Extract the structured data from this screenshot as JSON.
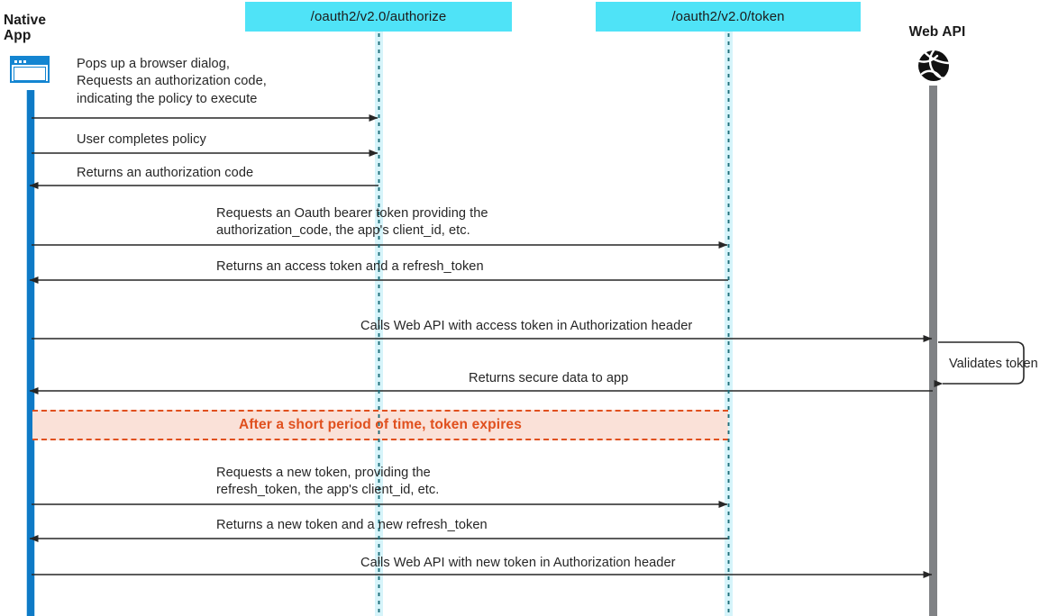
{
  "diagram": {
    "title": "OAuth2 authorization code flow for native app",
    "colors": {
      "endpoint_box": "#4FE3F7",
      "native_lifeline": "#0E7AC6",
      "endpoint_lifeline_band": "#D6F4FA",
      "endpoint_lifeline_line": "#1F6E7A",
      "webapi_lifeline": "#808285",
      "expiry_fill": "#FAE1D8",
      "expiry_stroke": "#E0501E",
      "arrow": "#262626"
    }
  },
  "participants": [
    {
      "id": "native-app",
      "label": "Native\nApp",
      "label_line1": "Native",
      "label_line2": "App",
      "icon": "browser-window-icon"
    },
    {
      "id": "authorize-endpoint",
      "label": "/oauth2/v2.0/authorize",
      "icon": null
    },
    {
      "id": "token-endpoint",
      "label": "/oauth2/v2.0/token",
      "icon": null
    },
    {
      "id": "web-api",
      "label": "Web API",
      "icon": "globe-icon"
    }
  ],
  "messages": [
    {
      "index": 1,
      "from": "native-app",
      "to": "authorize-endpoint",
      "direction": "right",
      "label": "Pops up a browser dialog,\nRequests an authorization code,\nindicating the policy to execute"
    },
    {
      "index": 2,
      "from": "native-app",
      "to": "authorize-endpoint",
      "direction": "right",
      "label": "User completes policy"
    },
    {
      "index": 3,
      "from": "authorize-endpoint",
      "to": "native-app",
      "direction": "left",
      "label": "Returns an authorization code"
    },
    {
      "index": 4,
      "from": "native-app",
      "to": "token-endpoint",
      "direction": "right",
      "label": "Requests an Oauth bearer token providing the\nauthorization_code, the app's client_id, etc."
    },
    {
      "index": 5,
      "from": "token-endpoint",
      "to": "native-app",
      "direction": "left",
      "label": "Returns an access token and a refresh_token"
    },
    {
      "index": 6,
      "from": "native-app",
      "to": "web-api",
      "direction": "right",
      "label": "Calls Web API with access token in Authorization header"
    },
    {
      "index": 7,
      "from": "web-api",
      "to": "web-api",
      "direction": "self",
      "label": "Validates token"
    },
    {
      "index": 8,
      "from": "web-api",
      "to": "native-app",
      "direction": "left",
      "label": "Returns secure data to app"
    },
    {
      "index": 9,
      "from": "native-app",
      "to": "token-endpoint",
      "direction": "right",
      "label": "Requests a new token, providing the\nrefresh_token, the app's client_id, etc."
    },
    {
      "index": 10,
      "from": "token-endpoint",
      "to": "native-app",
      "direction": "left",
      "label": "Returns a new token and a new refresh_token"
    },
    {
      "index": 11,
      "from": "native-app",
      "to": "web-api",
      "direction": "right",
      "label": "Calls Web API with new token in Authorization header"
    }
  ],
  "notes": [
    {
      "id": "token-expiry",
      "text": "After a short period of time, token expires"
    }
  ]
}
